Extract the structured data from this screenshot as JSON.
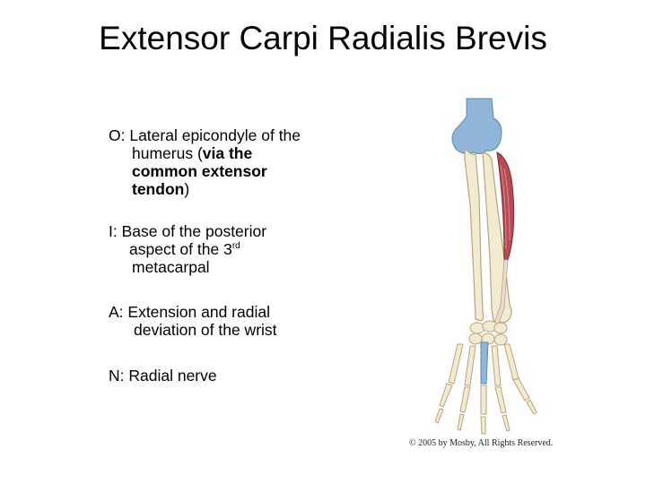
{
  "slide": {
    "title": "Extensor Carpi Radialis Brevis",
    "origin": {
      "line1": "O:  Lateral epicondyle of the",
      "line2_a": "humerus (",
      "line2_b": "via the",
      "line3": "common extensor",
      "line4_a": "tendon",
      "line4_b": ")"
    },
    "insertion": {
      "line1": "I:  Base of the posterior",
      "line2_a": "aspect of the 3",
      "line2_sup": "rd",
      "line3": "metacarpal"
    },
    "action": {
      "line1": "A:  Extension and radial",
      "line2": "deviation of the wrist"
    },
    "nerve": {
      "line1": "N:  Radial nerve"
    },
    "copyright": "© 2005 by Mosby, All Rights Reserved."
  },
  "colors": {
    "bone": "#f3ead2",
    "bone_outline": "#b9a47c",
    "highlight_bone": "#8fb6d8",
    "muscle": "#b74a54",
    "tendon": "#e8ddd0"
  }
}
